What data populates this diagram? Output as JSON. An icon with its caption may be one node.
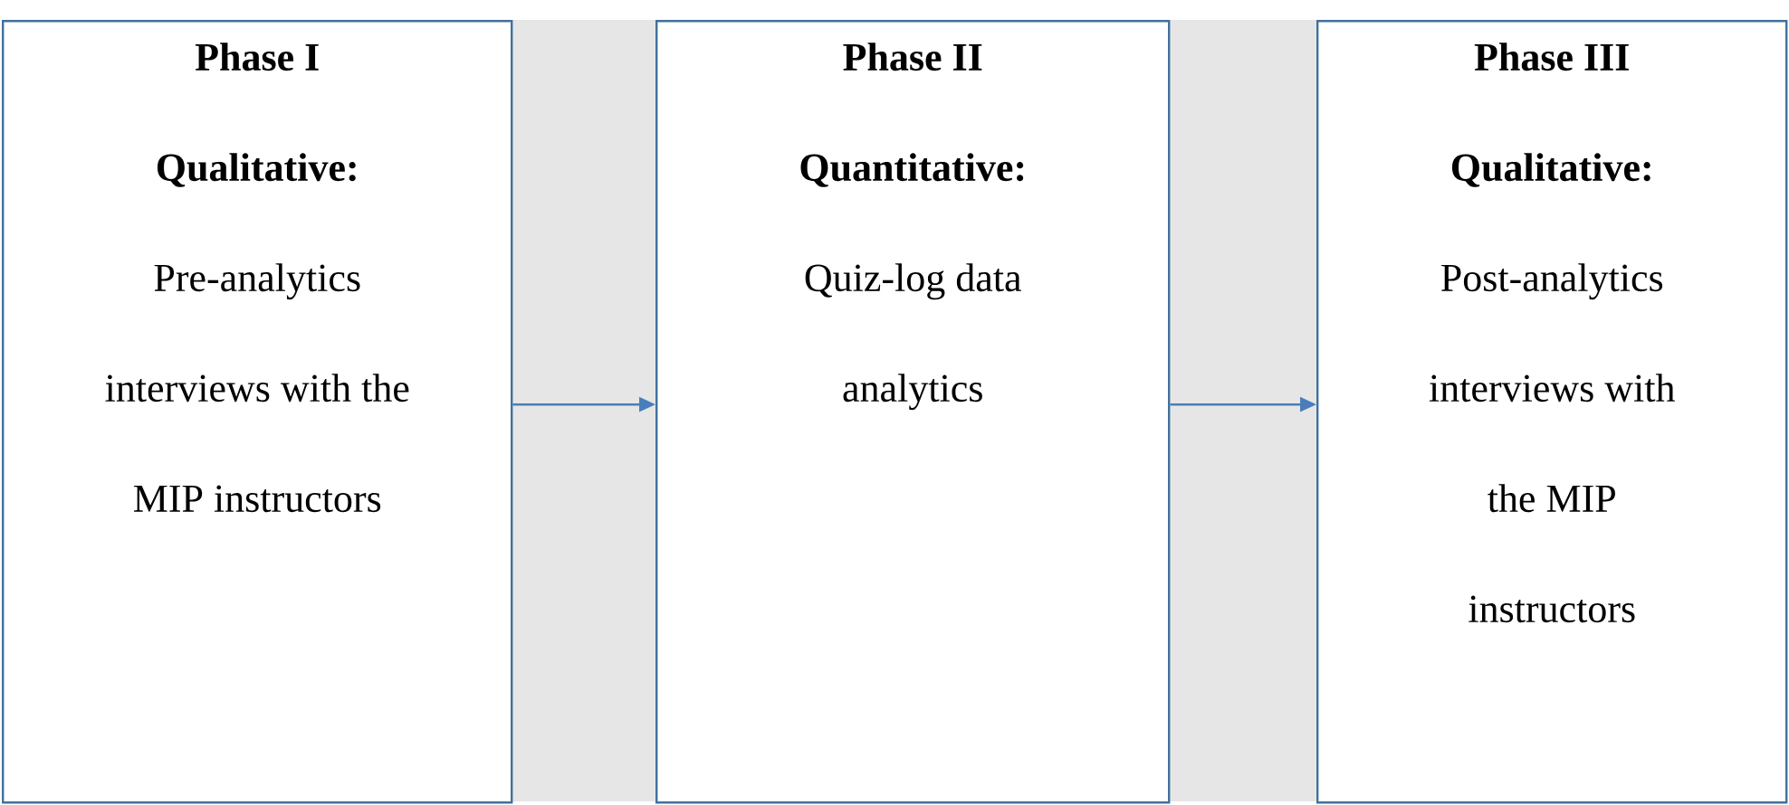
{
  "diagram": {
    "nodes": [
      {
        "text": [
          "Phase I",
          "Qualitative:",
          "Pre-analytics interviews with the MIP instructors"
        ]
      },
      {
        "text": [
          "Phase II",
          "Quantitative:",
          "Quiz-log data analytics"
        ]
      },
      {
        "text": [
          "Phase III",
          "Qualitative:",
          "Post-analytics interviews with the MIP instructors"
        ]
      }
    ],
    "edges": [
      {
        "from": 0,
        "to": 1,
        "arrow": "to"
      },
      {
        "from": 1,
        "to": 2,
        "arrow": "to"
      }
    ]
  }
}
